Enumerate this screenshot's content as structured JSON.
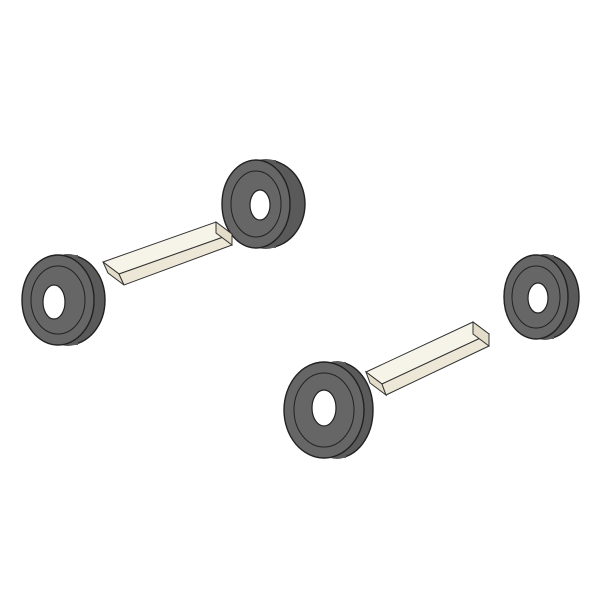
{
  "diagram": {
    "kind": "exploded-assembly",
    "colors": {
      "background": "#ffffff",
      "tire_face": "#666666",
      "tire_side": "#5a5a5a",
      "tire_outline": "#222222",
      "hub_hole": "#ffffff",
      "axle_top": "#f6f3e8",
      "axle_front": "#ece7d6",
      "axle_end": "#e2dcc8",
      "axle_outline": "#333333"
    },
    "assemblies": [
      {
        "id": "upper-left-axle",
        "parts": [
          "wheel",
          "axle",
          "wheel"
        ]
      },
      {
        "id": "lower-right-axle",
        "parts": [
          "wheel",
          "axle",
          "wheel"
        ]
      }
    ]
  }
}
